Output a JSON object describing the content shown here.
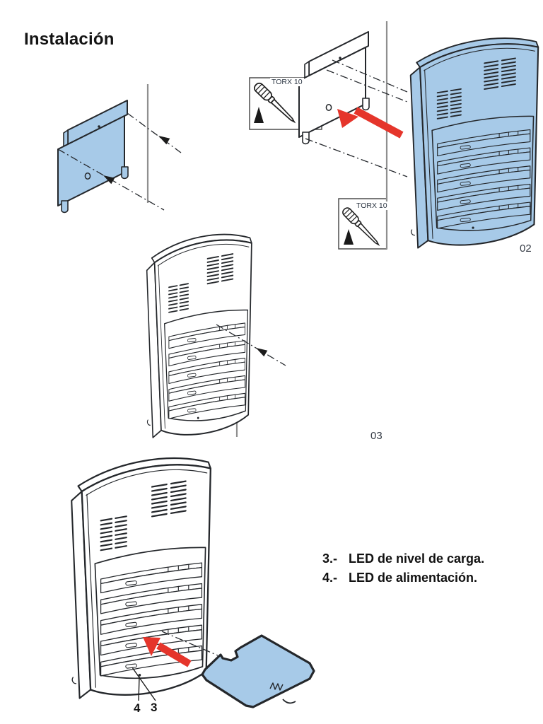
{
  "page": {
    "title": "Instalación"
  },
  "tools": {
    "torx_box1": "TORX 10",
    "torx_box2": "TORX 10"
  },
  "figures": {
    "step2": {
      "label": "02"
    },
    "step3": {
      "label": "03"
    },
    "step4": {
      "callout_power": "4",
      "callout_charge": "3"
    }
  },
  "legend": {
    "items": [
      {
        "num": "3.-",
        "text": "LED de nivel de carga."
      },
      {
        "num": "4.-",
        "text": "LED de alimentación."
      }
    ]
  },
  "colors": {
    "device_blue": "#A7CAE8",
    "arrow_red": "#E5352B",
    "outline_dark": "#24272B",
    "wall_gray": "#8F8F8F"
  },
  "icons": {
    "screwdriver": "torx-screwdriver-icon",
    "triangle": "torx-triangle-marker"
  }
}
